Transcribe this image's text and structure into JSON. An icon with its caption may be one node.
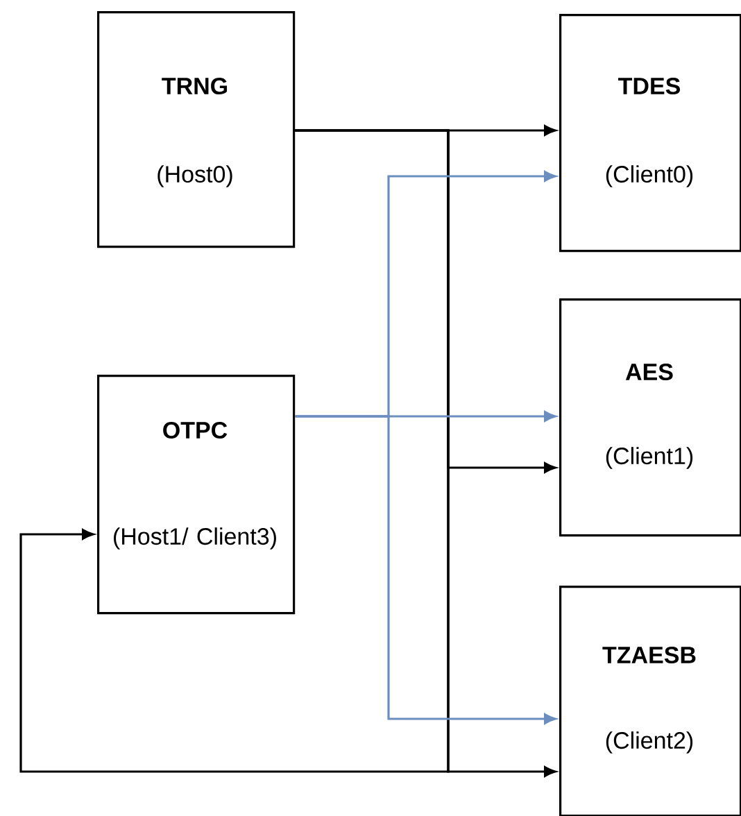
{
  "diagram": {
    "nodes": [
      {
        "text": [
          "TRNG",
          "(Host0)"
        ]
      },
      {
        "text": [
          "OTPC",
          "(Host1/ Client3)"
        ]
      },
      {
        "text": [
          "TDES",
          "(Client0)"
        ]
      },
      {
        "text": [
          "AES",
          "(Client1)"
        ]
      },
      {
        "text": [
          "TZAESB",
          "(Client2)"
        ]
      }
    ],
    "edges": [
      {
        "from": 0,
        "to": 2,
        "arrow": "to"
      },
      {
        "from": 0,
        "to": 3,
        "arrow": "to"
      },
      {
        "from": 0,
        "to": 4,
        "arrow": "to"
      },
      {
        "from": 0,
        "to": 1,
        "arrow": "to"
      },
      {
        "from": 1,
        "to": 2,
        "arrow": "to",
        "color": "#6c8ebf"
      },
      {
        "from": 1,
        "to": 3,
        "arrow": "to",
        "color": "#6c8ebf"
      },
      {
        "from": 1,
        "to": 4,
        "arrow": "to",
        "color": "#6c8ebf"
      }
    ]
  }
}
